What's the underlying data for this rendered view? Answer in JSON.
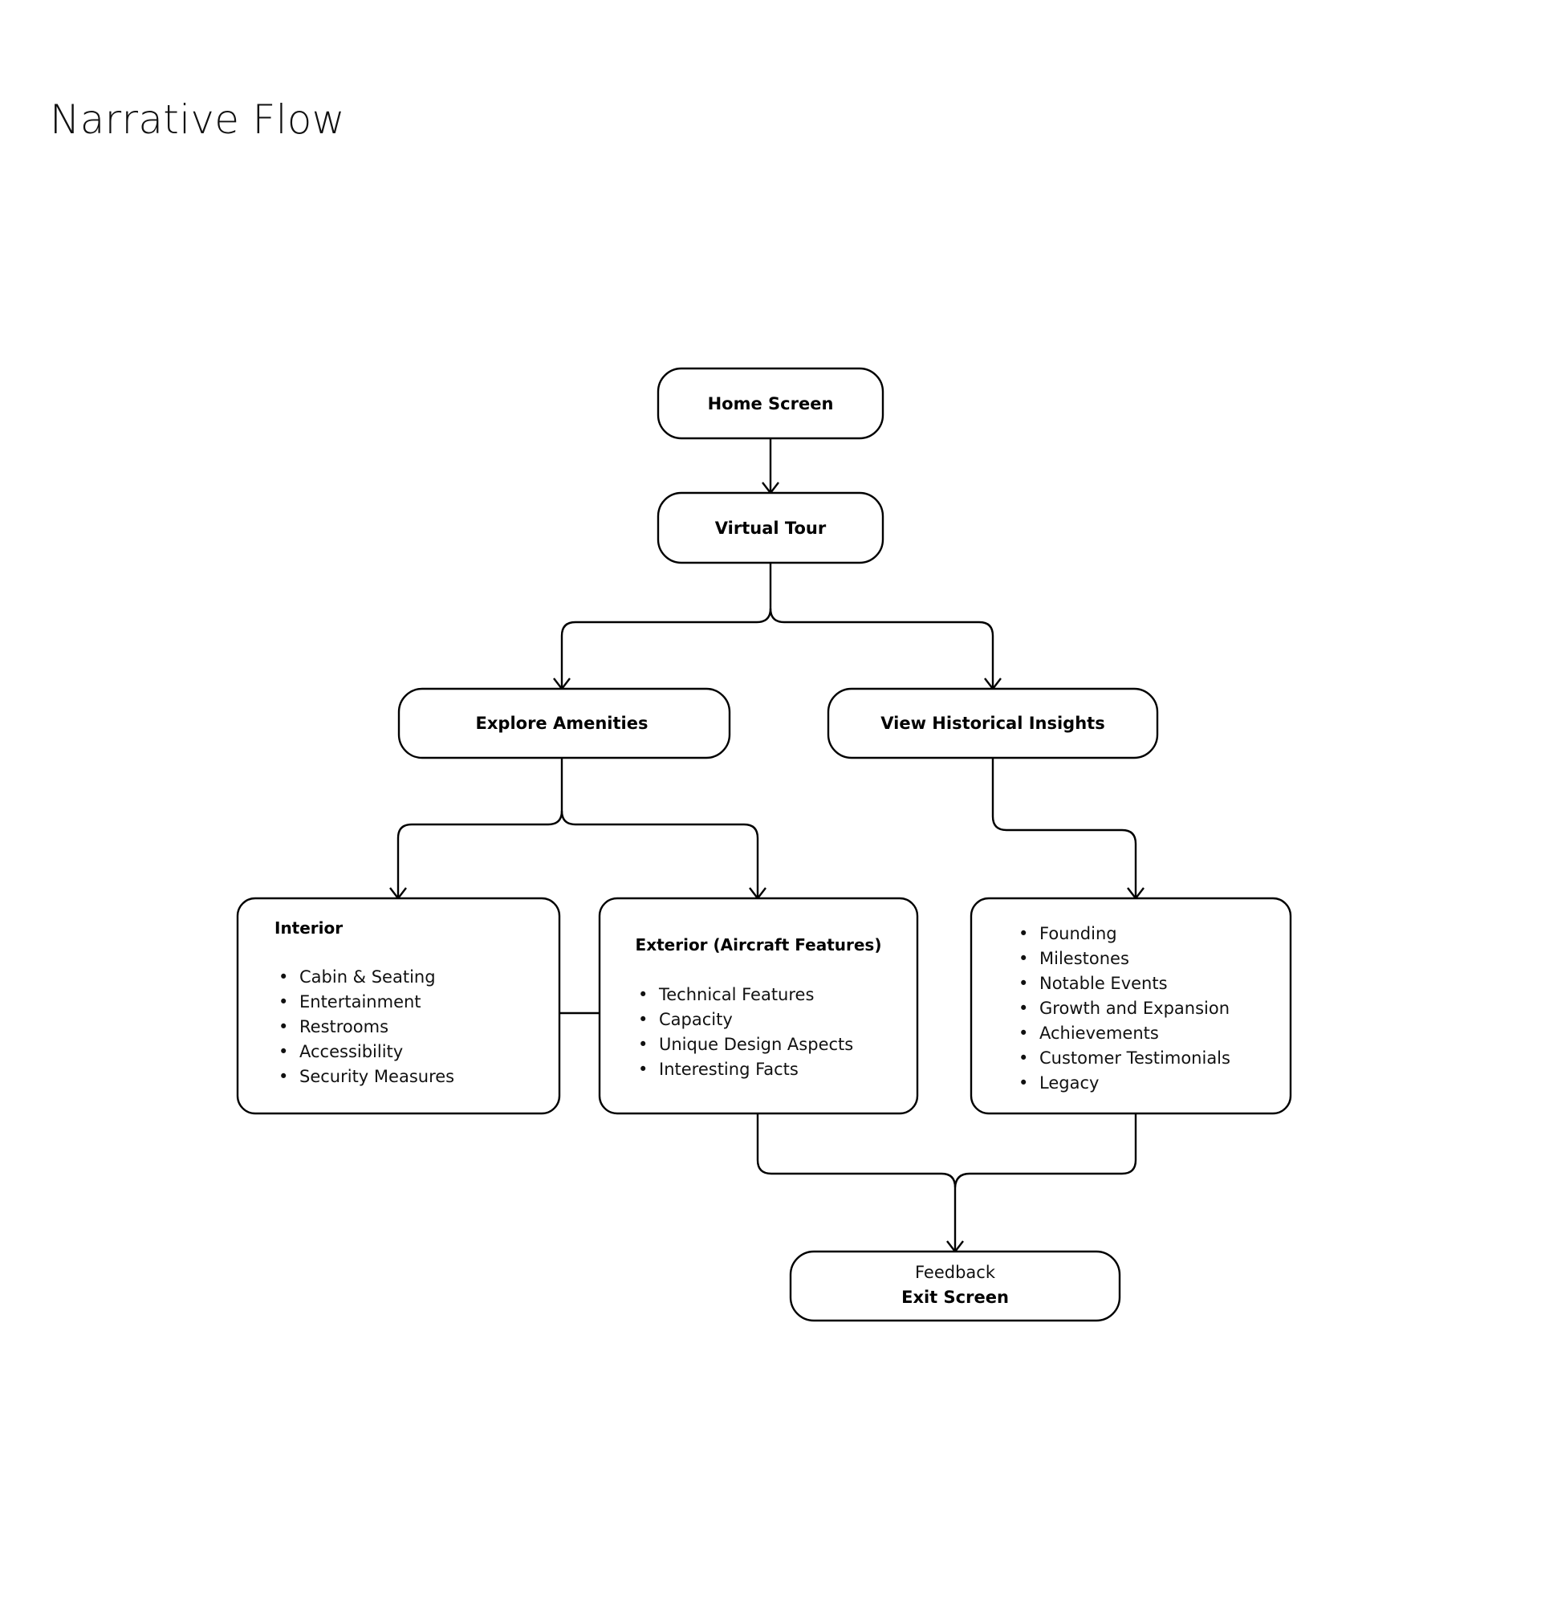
{
  "page": {
    "title": "Narrative Flow",
    "background_color": "#ffffff",
    "line_color": "#000000",
    "text_color": "#000000"
  },
  "diagram": {
    "type": "flowchart",
    "orientation": "top-down",
    "nodes": {
      "home_screen": {
        "label": "Home Screen"
      },
      "virtual_tour": {
        "label": "Virtual Tour"
      },
      "explore_amenities": {
        "label": "Explore Amenities"
      },
      "view_historical_insights": {
        "label": "View Historical Insights"
      },
      "interior": {
        "heading": "Interior",
        "items": [
          "Cabin & Seating",
          "Entertainment",
          "Restrooms",
          "Accessibility",
          "Security Measures"
        ]
      },
      "exterior": {
        "heading": "Exterior (Aircraft Features)",
        "items": [
          "Technical Features",
          "Capacity",
          "Unique Design Aspects",
          "Interesting Facts"
        ]
      },
      "historical_details": {
        "heading": "",
        "items": [
          "Founding",
          "Milestones",
          "Notable Events",
          "Growth and Expansion",
          "Achievements",
          "Customer Testimonials",
          "Legacy"
        ]
      },
      "exit_screen": {
        "line1": "Feedback",
        "line2": "Exit Screen"
      }
    },
    "edges": [
      {
        "from": "home_screen",
        "to": "virtual_tour",
        "style": "arrow"
      },
      {
        "from": "virtual_tour",
        "to": "explore_amenities",
        "style": "arrow"
      },
      {
        "from": "virtual_tour",
        "to": "view_historical_insights",
        "style": "arrow"
      },
      {
        "from": "explore_amenities",
        "to": "interior",
        "style": "arrow"
      },
      {
        "from": "explore_amenities",
        "to": "exterior",
        "style": "arrow"
      },
      {
        "from": "view_historical_insights",
        "to": "historical_details",
        "style": "arrow"
      },
      {
        "from": "interior",
        "to": "exterior",
        "style": "line"
      },
      {
        "from": "exterior",
        "to": "exit_screen",
        "style": "arrow"
      },
      {
        "from": "historical_details",
        "to": "exit_screen",
        "style": "arrow"
      }
    ]
  }
}
